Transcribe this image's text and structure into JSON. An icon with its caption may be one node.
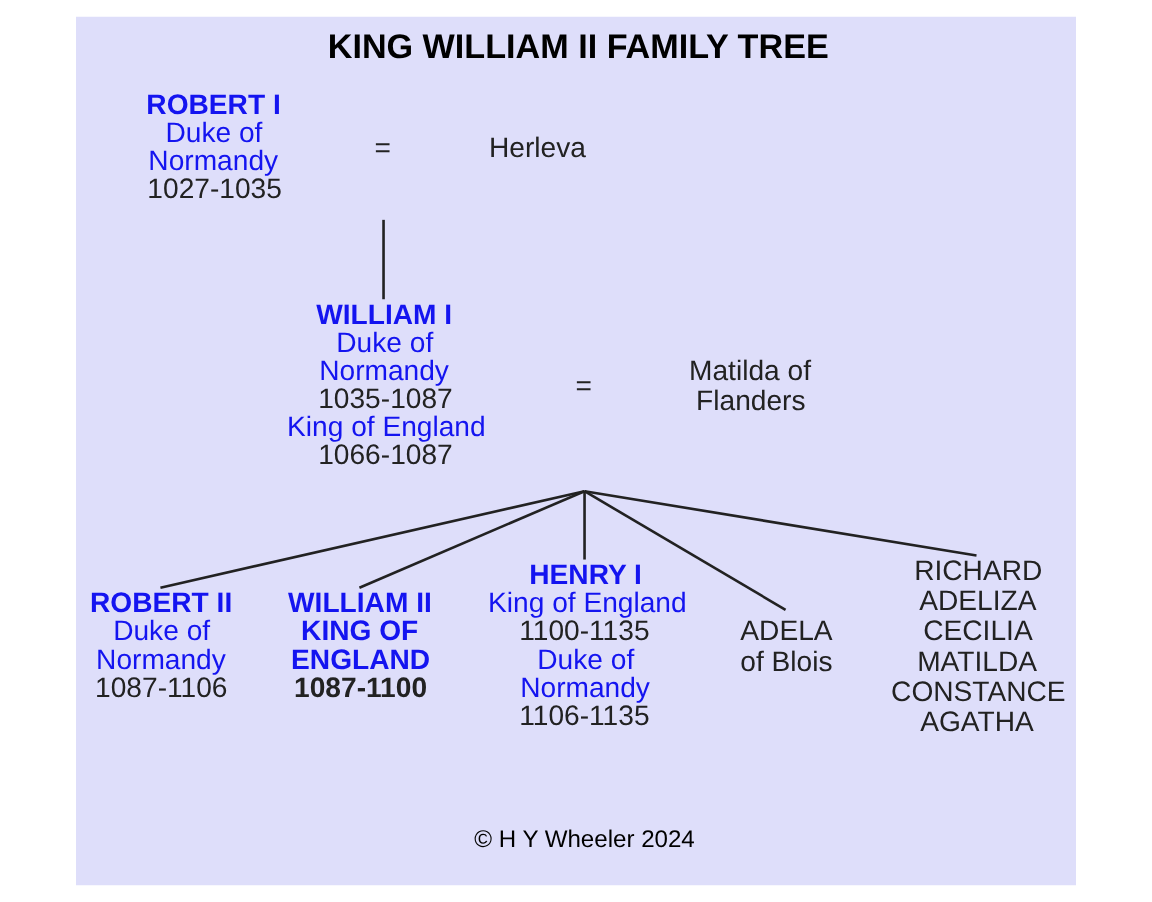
{
  "diagram": {
    "title": "KING WILLIAM II FAMILY TREE",
    "caption": "© H Y Wheeler 2024",
    "nodes": [
      {
        "text": [
          "ROBERT I",
          "Duke of Normandy",
          "1027-1035"
        ]
      },
      {
        "text": [
          "="
        ]
      },
      {
        "text": [
          "Herleva"
        ]
      },
      {
        "text": [
          "WILLIAM I",
          "Duke of Normandy",
          "1035-1087",
          "King of England",
          "1066-1087"
        ]
      },
      {
        "text": [
          "="
        ]
      },
      {
        "text": [
          "Matilda of Flanders"
        ]
      },
      {
        "text": [
          "ROBERT II",
          "Duke of Normandy",
          "1087-1106"
        ]
      },
      {
        "text": [
          "WILLIAM II",
          "KING OF ENGLAND",
          "1087-1100"
        ]
      },
      {
        "text": [
          "HENRY I",
          "King of England",
          "1100-1135",
          "Duke of Normandy",
          "1106-1135"
        ]
      },
      {
        "text": [
          "ADELA of Blois"
        ]
      },
      {
        "text": [
          "RICHARD",
          "ADELIZA",
          "CECILIA",
          "MATILDA",
          "CONSTANCE",
          "AGATHA"
        ]
      }
    ],
    "edges": [
      {
        "from": 1,
        "to": 3,
        "arrow": "none"
      },
      {
        "from": 4,
        "to": 6,
        "arrow": "none"
      },
      {
        "from": 4,
        "to": 7,
        "arrow": "none"
      },
      {
        "from": 4,
        "to": 8,
        "arrow": "none"
      },
      {
        "from": 4,
        "to": 9,
        "arrow": "none"
      },
      {
        "from": 4,
        "to": 10,
        "arrow": "none"
      }
    ]
  }
}
